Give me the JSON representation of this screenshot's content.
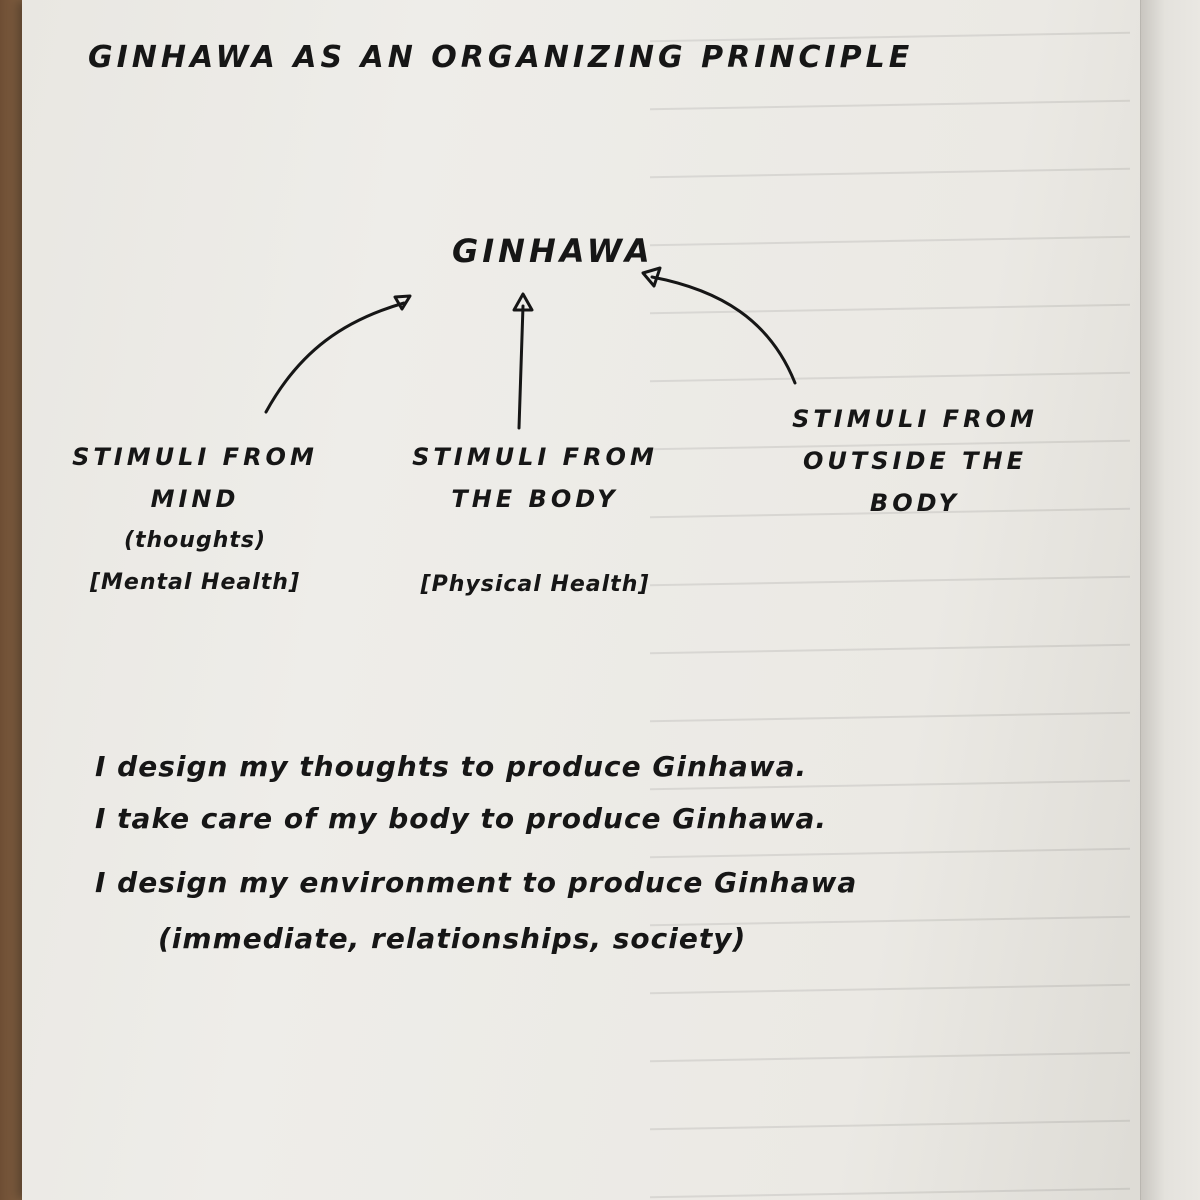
{
  "title": "GINHAWA AS AN ORGANIZING PRINCIPLE",
  "hub": "GINHAWA",
  "sources": [
    {
      "line1": "STIMULI FROM",
      "line2": "MIND",
      "note": "(thoughts)",
      "health": "[Mental Health]"
    },
    {
      "line1": "STIMULI FROM",
      "line2": "THE BODY",
      "health": "[Physical Health]"
    },
    {
      "line1": "STIMULI FROM",
      "line2": "OUTSIDE THE",
      "line3": "BODY"
    }
  ],
  "statements": [
    "I design my thoughts to produce Ginhawa.",
    "I take care of my body to produce Ginhawa.",
    "I design my environment to produce Ginhawa",
    "(immediate, relationships, society)"
  ],
  "colors": {
    "ink": "#161616",
    "paper": "#ecebe6",
    "desk": "#7a5a3e"
  }
}
